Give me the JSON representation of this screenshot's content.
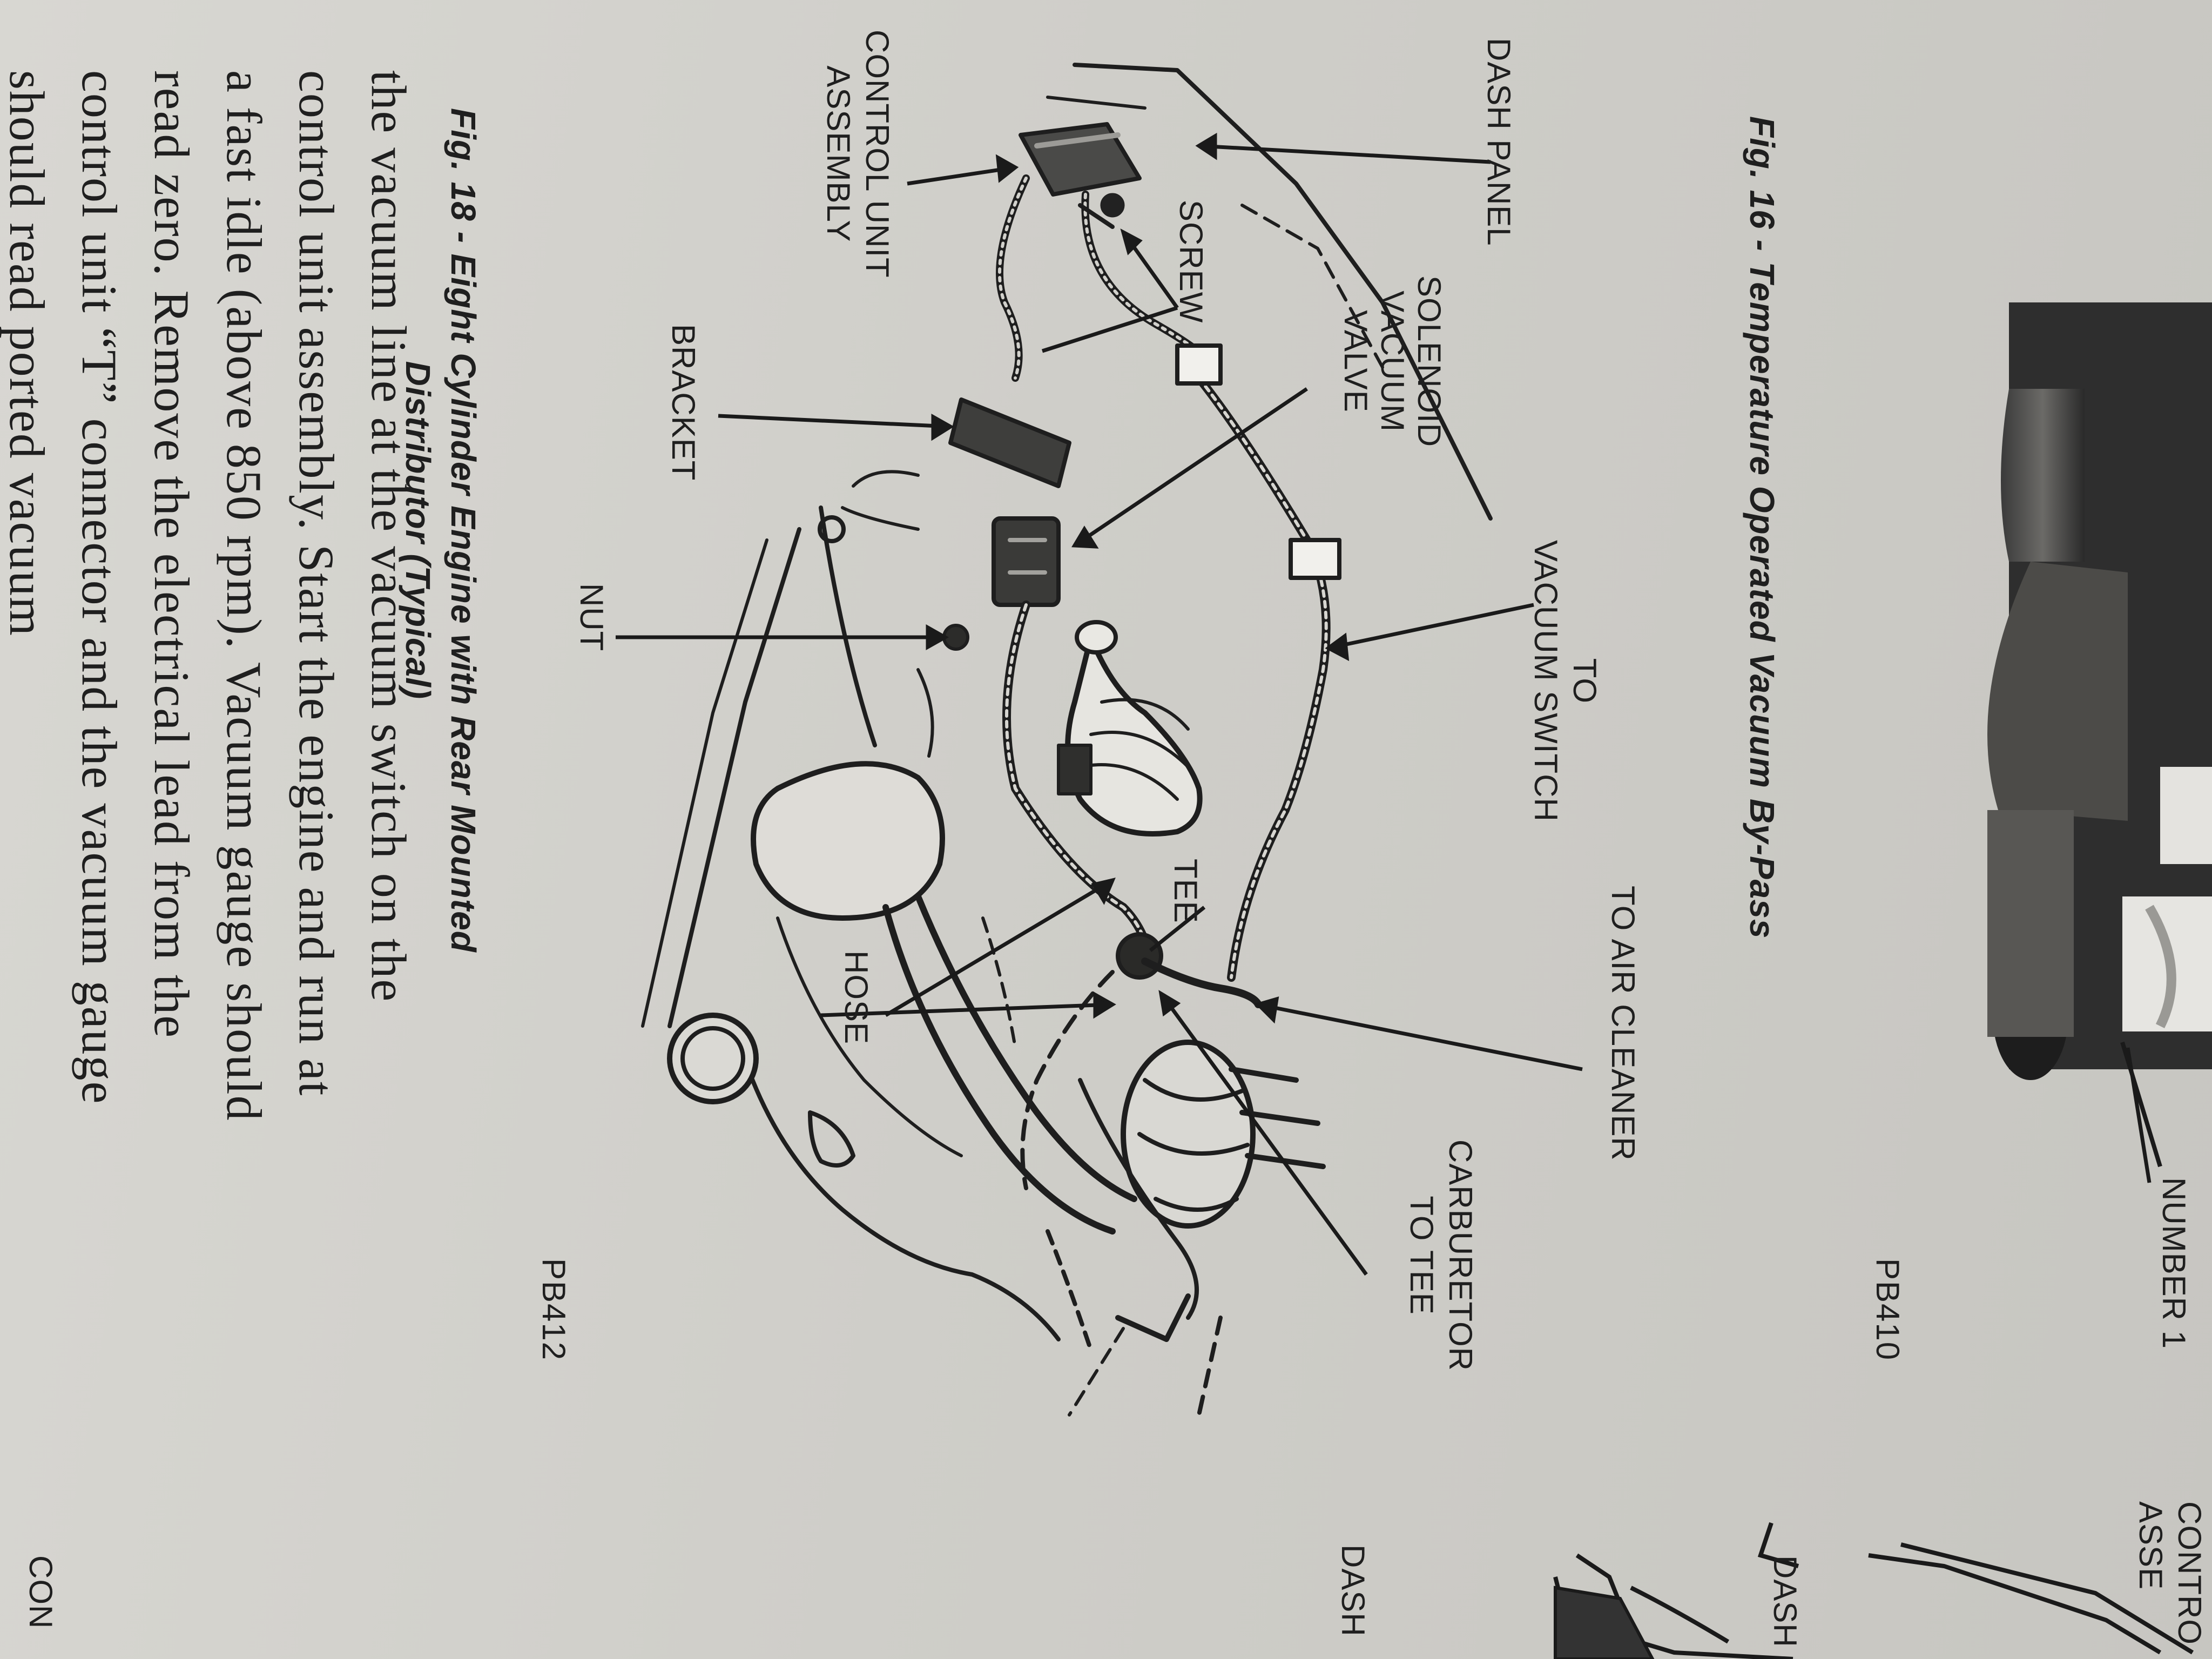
{
  "figure16": {
    "caption": "Fig. 16 - Temperature Operated Vacuum By-Pass",
    "code": "PB410"
  },
  "figure18": {
    "caption_line1": "Fig. 18 - Eight Cylinder Engine with Rear Mounted",
    "caption_line2": "Distributor (Typical)",
    "code": "PB412"
  },
  "labels": {
    "dash_panel": "DASH PANEL",
    "control_unit_line1": "CONTROL UNIT",
    "control_unit_line2": "ASSEMBLY",
    "solenoid_line1": "SOLENOID",
    "solenoid_line2": "VACUUM",
    "solenoid_line3": "VALVE",
    "screw": "SCREW",
    "bracket": "BRACKET",
    "to_vacuum_line1": "TO",
    "to_vacuum_line2": "VACUUM SWITCH",
    "nut": "NUT",
    "to_air_cleaner": "TO AIR CLEANER",
    "carb_line1": "CARBURETOR",
    "carb_line2": "TO TEE",
    "tee": "TEE",
    "hose": "HOSE",
    "number1": "NUMBER 1"
  },
  "edge_labels": {
    "control_line1": "CONTRO",
    "control_line2": "ASSE",
    "dash": "DASH",
    "dash2": "DASH",
    "con": "CON"
  },
  "body_text": {
    "lines": [
      "the vacuum line at the vacuum switch on the",
      "control unit assembly. Start the engine and run at",
      "a fast idle (above 850 rpm). Vacuum gauge should",
      "read zero. Remove the electrical lead from the",
      "control unit “T” connector and the vacuum gauge",
      "should read ported vacuum"
    ]
  }
}
